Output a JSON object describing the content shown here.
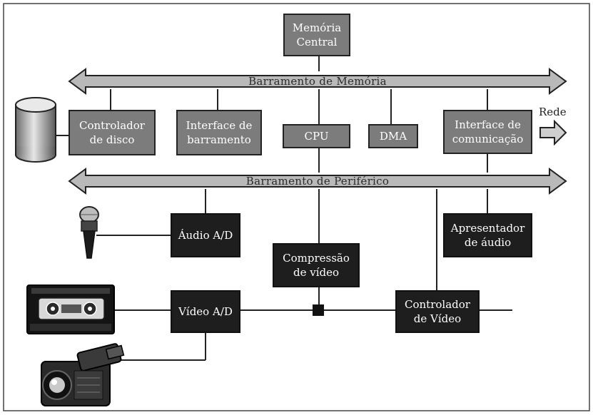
{
  "blocks": {
    "memoria_central": "Memória\nCentral",
    "controlador_disco": "Controlador\nde disco",
    "interface_barramento": "Interface de\nbarramento",
    "cpu": "CPU",
    "dma": "DMA",
    "interface_comunicacao": "Interface de\ncomunicação",
    "audio_ad": "Áudio A/D",
    "compressao_video": "Compressão\nde vídeo",
    "apresentador_audio": "Apresentador\nde áudio",
    "video_ad": "Vídeo A/D",
    "controlador_video": "Controlador\nde Vídeo"
  },
  "buses": {
    "memoria": "Barramento de Memória",
    "periferico": "Barramento de Periférico"
  },
  "network_label": "Rede",
  "icons": [
    "disk-cylinder-icon",
    "microphone-icon",
    "cassette-tape-icon",
    "video-camera-icon",
    "network-arrow-icon"
  ],
  "colors": {
    "light_block": "#7c7c7c",
    "dark_block": "#1e1e1e",
    "bus_fill": "#b9b9b9",
    "line": "#222222"
  }
}
